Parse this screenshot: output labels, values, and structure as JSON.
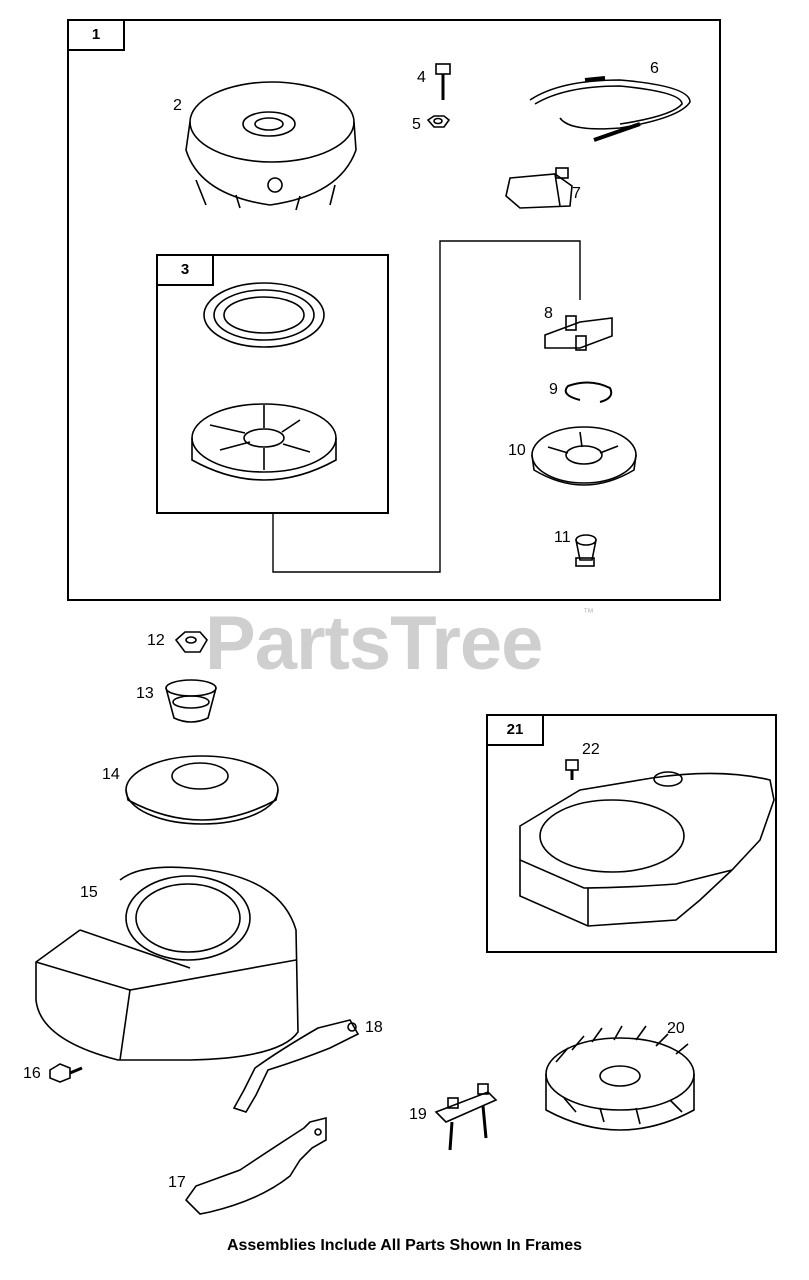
{
  "watermark": {
    "text": "PartsTree",
    "mark": "™"
  },
  "frames": [
    {
      "id": "frame-1",
      "number": "1"
    },
    {
      "id": "frame-3",
      "number": "3"
    },
    {
      "id": "frame-21",
      "number": "21"
    }
  ],
  "callouts": [
    "2",
    "4",
    "5",
    "6",
    "7",
    "8",
    "9",
    "10",
    "11",
    "12",
    "13",
    "14",
    "15",
    "16",
    "17",
    "18",
    "19",
    "20",
    "22"
  ],
  "caption": "Assemblies Include All Parts Shown In Frames"
}
